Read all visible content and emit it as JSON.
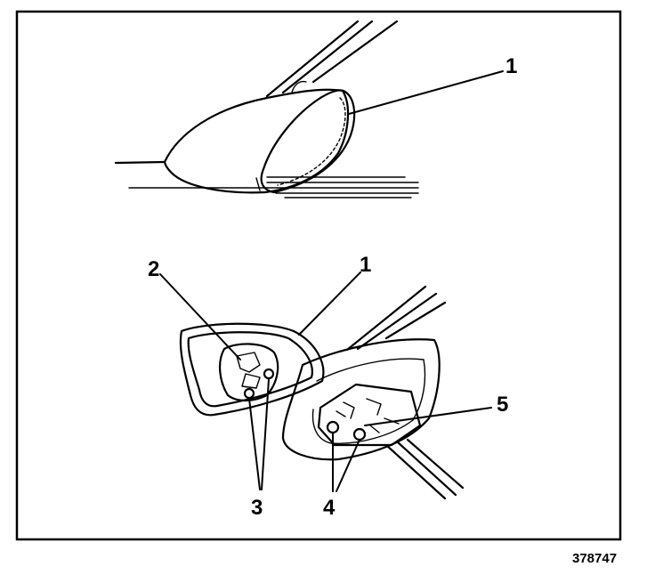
{
  "callouts": {
    "top_mirror": "1",
    "bottom_mirror": "1",
    "connector": "2",
    "screws_left": "3",
    "screws_right": "4",
    "motor": "5"
  },
  "figure_number": "378747",
  "colors": {
    "ink": "#000000",
    "background": "#ffffff"
  }
}
